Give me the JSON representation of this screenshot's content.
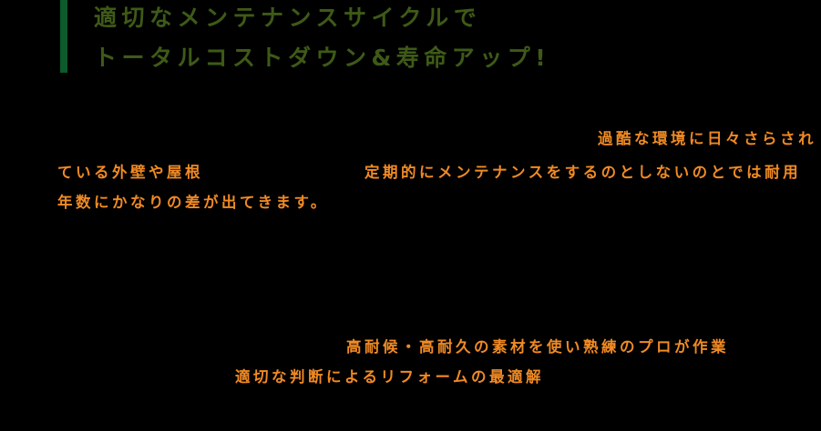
{
  "heading": {
    "line1": "適切なメンテナンスサイクルで",
    "line2": "トータルコストダウン&寿命アップ!",
    "color": "#3e5a17",
    "bar_color": "#0d5a2c"
  },
  "intro": {
    "highlights": [
      "過酷な環境に日々さらされ",
      "ている外壁や屋根",
      "定期的にメンテナンスをするのとしないのとでは耐用",
      "年数にかなりの差が出てきます。"
    ],
    "color": "#f08a24"
  },
  "features": {
    "highlights": [
      "高耐候・高耐久の素材を使い熟練のプロが作業",
      "適切な判断によるリフォームの最適解"
    ],
    "color": "#f08a24"
  }
}
